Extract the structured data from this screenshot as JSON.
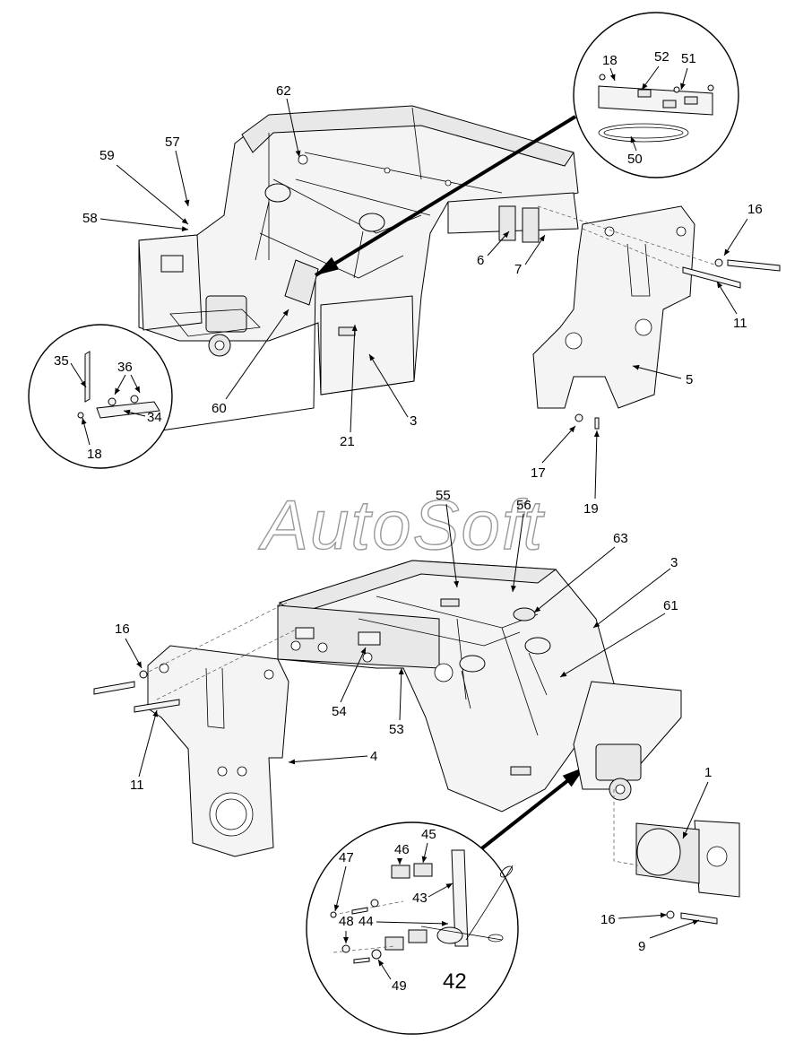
{
  "watermark": "AutoSoft",
  "upper_assembly": {
    "callouts": [
      "62",
      "57",
      "59",
      "58",
      "6",
      "7",
      "16",
      "11",
      "5",
      "60",
      "21",
      "3",
      "17",
      "19"
    ],
    "detail_top": [
      "18",
      "52",
      "51",
      "50"
    ],
    "detail_left": [
      "35",
      "36",
      "34",
      "18"
    ]
  },
  "lower_assembly": {
    "callouts": [
      "55",
      "56",
      "63",
      "3",
      "61",
      "16",
      "11",
      "54",
      "53",
      "4",
      "1",
      "16",
      "9"
    ],
    "detail_bottom": [
      "47",
      "46",
      "45",
      "43",
      "44",
      "48",
      "49"
    ],
    "detail_bottom_title": "42"
  }
}
